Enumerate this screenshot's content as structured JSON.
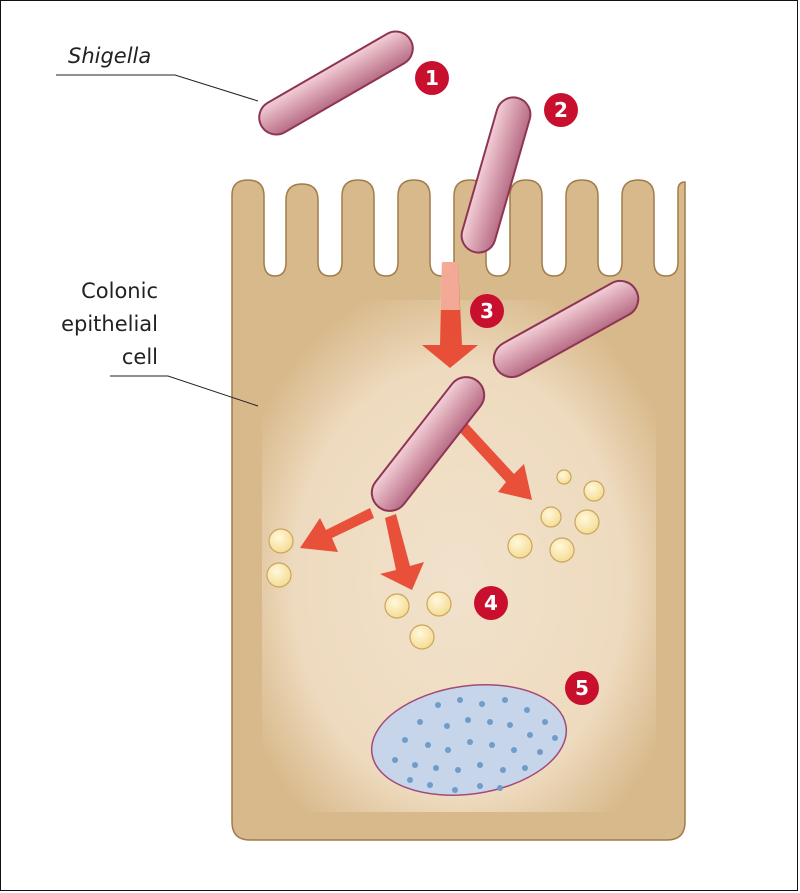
{
  "labels": {
    "bacterium": "Shigella",
    "cell_line1": "Colonic",
    "cell_line2": "epithelial",
    "cell_line3": "cell"
  },
  "steps": [
    "1",
    "2",
    "3",
    "4",
    "5"
  ],
  "colors": {
    "cell_fill": "#d8b98b",
    "cell_stroke": "#a07c4b",
    "cytoplasm_center": "#f3e4cf",
    "bacterium_fill": "#d6a0ae",
    "bacterium_stroke": "#8e3554",
    "step_badge": "#c8102e",
    "arrow_red": "#e8402a",
    "vesicle_fill": "#fbe6a8",
    "vesicle_stroke": "#c9a55e",
    "nucleus_fill": "#c6d5ea",
    "nucleus_stroke": "#a34a78",
    "nucleus_dots": "#6f9cc9"
  }
}
